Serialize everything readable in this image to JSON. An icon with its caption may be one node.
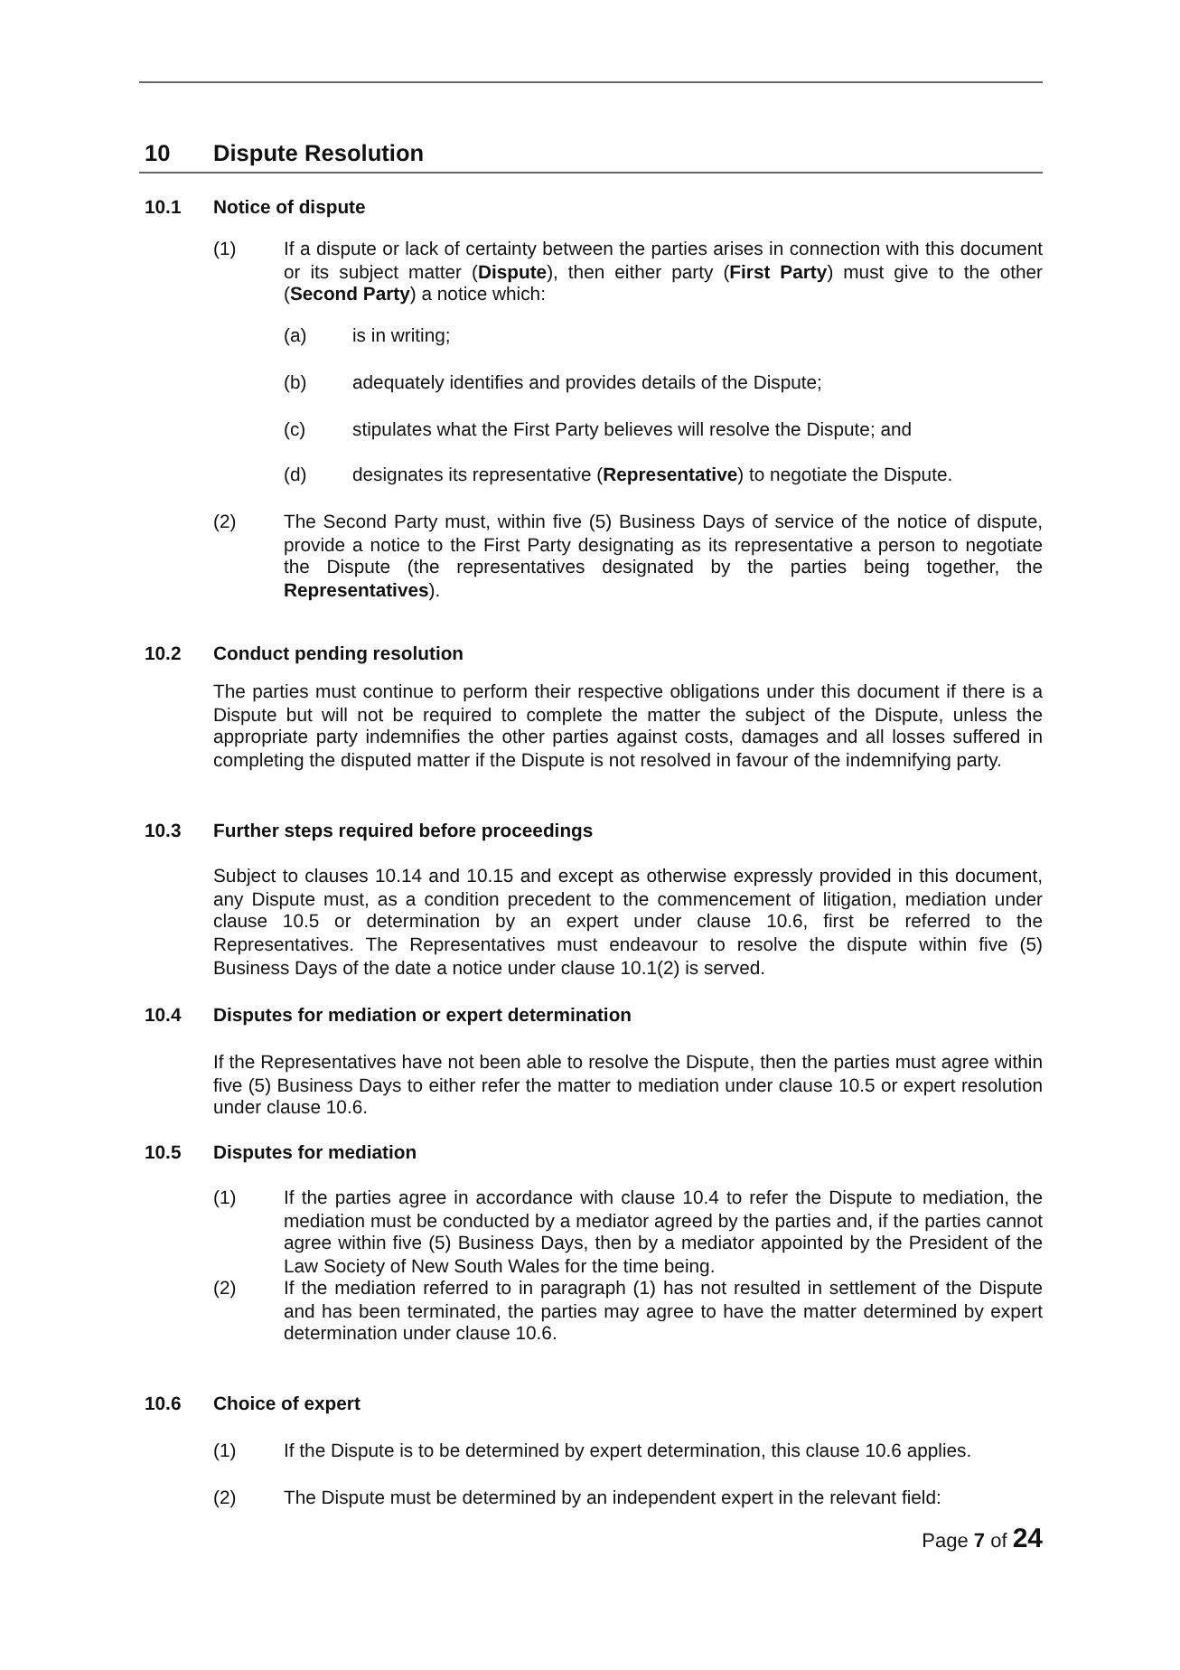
{
  "diagram": {
    "labels": [
      "10",
      "Dispute Resolution",
      "10.1",
      "Notice of dispute",
      "(1)",
      "If a dispute or lack of certainty between the parties arises in connection with this document or its subject matter (**Dispute**), then either party (**First Party**) must give to the other (**Second Party**) a notice which:",
      "(a)",
      "is in writing;",
      "(b)",
      "adequately identifies and provides details of the Dispute;",
      "(c)",
      "stipulates what the First Party believes will resolve the Dispute; and",
      "(d)",
      "designates its representative (**Representative**) to negotiate the Dispute.",
      "(2)",
      "The Second Party must, within five (5) Business Days of service of the notice of dispute, provide a notice to the First Party designating as its representative a person to negotiate the Dispute (the representatives designated by the parties being together, the **Representatives**).",
      "10.2",
      "Conduct pending resolution",
      "The parties must continue to perform their respective obligations under this document if there is a Dispute but will not be required to complete the matter the subject of the Dispute, unless the appropriate party indemnifies the other parties against costs, damages and all losses suffered in completing the disputed matter if the Dispute is not resolved in favour of the indemnifying party.",
      "10.3",
      "Further steps required before proceedings",
      "Subject to clauses 10.14 and 10.15 and except as otherwise expressly provided in this document, any Dispute must, as a condition precedent to the commencement of litigation, mediation under clause 10.5 or determination by an expert under clause 10.6, first be referred to the Representatives. The Representatives must endeavour to resolve the dispute within five (5) Business Days of the date a notice under clause 10.1(2) is served.",
      "10.4",
      "Disputes for mediation or expert determination",
      "If the Representatives have not been able to resolve the Dispute, then the parties must agree within five (5) Business Days to either refer the matter to mediation under clause 10.5 or expert resolution under clause 10.6.",
      "10.5",
      "Disputes for mediation",
      "(1)",
      "If the parties agree in accordance with clause 10.4 to refer the Dispute to mediation, the mediation must be conducted by a mediator agreed by the parties and, if the parties cannot agree within five (5) Business Days, then by a mediator appointed by the President of the Law Society of New South Wales for the time being.",
      "(2)",
      "If the mediation referred to in paragraph (1) has not resulted in settlement of the Dispute and has been terminated, the parties may agree to have the matter determined by expert determination under clause 10.6.",
      "10.6",
      "Choice of expert",
      "(1)",
      "If the Dispute is to be determined by expert determination, this clause 10.6 applies.",
      "(2)",
      "The Dispute must be determined by an independent expert in the relevant field:",
      "Page **7** of **24**"
    ]
  }
}
